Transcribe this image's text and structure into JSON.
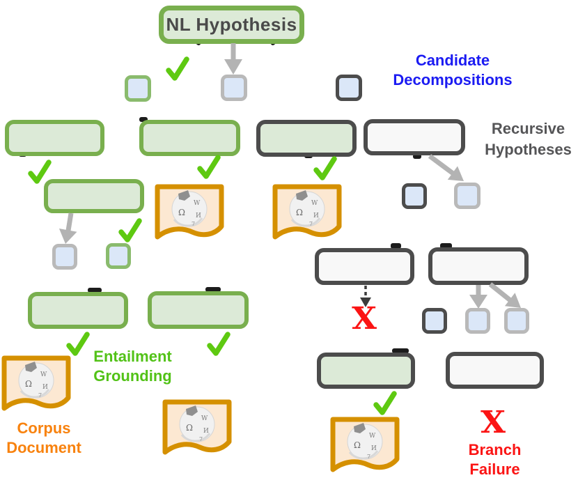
{
  "diagram": {
    "root_label": "NL Hypothesis",
    "annotations": {
      "candidate_decompositions": "Candidate Decompositions",
      "recursive_hypotheses": "Recursive Hypotheses",
      "entailment_grounding": "Entailment Grounding",
      "corpus_document": "Corpus Document",
      "branch_failure": "Branch Failure"
    },
    "marks": {
      "failure_x": "X"
    },
    "icons": {
      "checkmark": "checkmark-icon",
      "wikipedia_document": "wikipedia-document-icon",
      "down_arrow": "down-arrow-icon",
      "failure_x": "x-mark-icon"
    },
    "colors": {
      "canvas_bg": "#ffffff",
      "node_green_border": "#79af4e",
      "node_green_fill": "#dcead7",
      "node_dark_border": "#4c4c4c",
      "node_white_fill": "#f8f8f8",
      "square_gray_border": "#b9b9b9",
      "square_blue_fill": "#dbe7f8",
      "square_green_border": "#8abb6d",
      "check_green": "#5ec911",
      "arrow_gray": "#b3b3b3",
      "arrow_dark": "#3c3c3c",
      "doc_border": "#d59000",
      "doc_fill": "#fce8d2",
      "label_blue": "#1b1bf2",
      "label_green": "#52c217",
      "label_orange": "#f8820e",
      "label_red": "#fb1414",
      "label_dark": "#555557",
      "title_dark": "#4a4a4a"
    }
  }
}
